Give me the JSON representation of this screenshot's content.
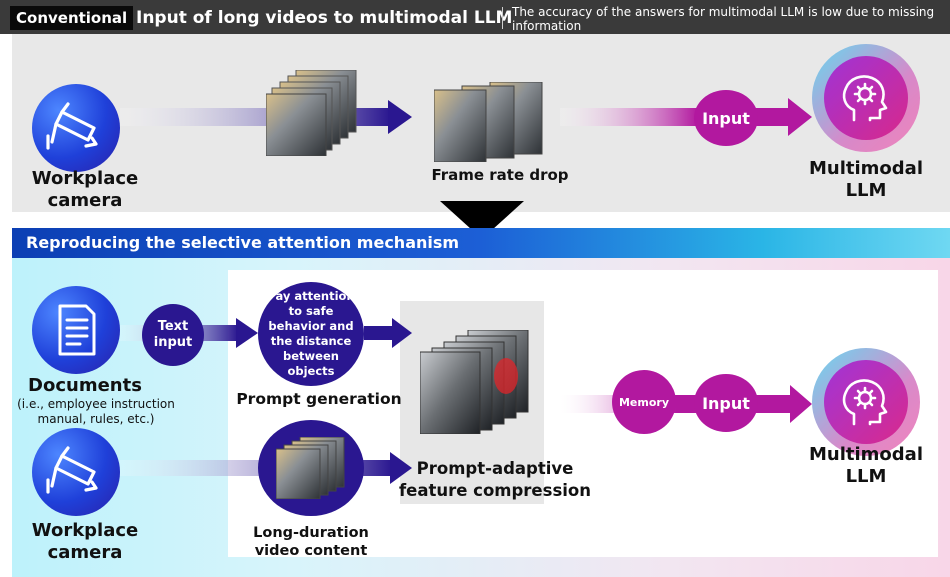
{
  "header": {
    "tag": "Conventional",
    "title": "Input of long videos to multimodal LLM",
    "note": "The accuracy of the answers for multimodal LLM is low due to missing information"
  },
  "conventional": {
    "camera_label": "Workplace camera",
    "frame_drop_label": "Frame rate drop",
    "input_label": "Input",
    "llm_label": "Multimodal LLM"
  },
  "proposed": {
    "title": "Reproducing the selective attention mechanism",
    "documents_label": "Documents",
    "documents_sub": "(i.e., employee instruction manual, rules, etc.)",
    "text_input_label": "Text input",
    "prompt_text": "Pay attention to safe behavior and the distance between objects",
    "prompt_generation_label": "Prompt generation",
    "feature_compression_label": "Prompt-adaptive feature compression",
    "memory_label": "Memory",
    "input_label": "Input",
    "llm_label": "Multimodal LLM",
    "camera_label": "Workplace camera",
    "long_video_label": "Long-duration video content"
  },
  "colors": {
    "header_bg": "#3a3a3a",
    "band_blue": "#1c5fd6",
    "arrow_navy": "#2a1790",
    "accent_magenta": "#b2189f"
  },
  "icons": {
    "camera": "security-camera-icon",
    "document": "document-icon",
    "llm": "brain-gear-icon",
    "down": "triangle-down-icon"
  }
}
